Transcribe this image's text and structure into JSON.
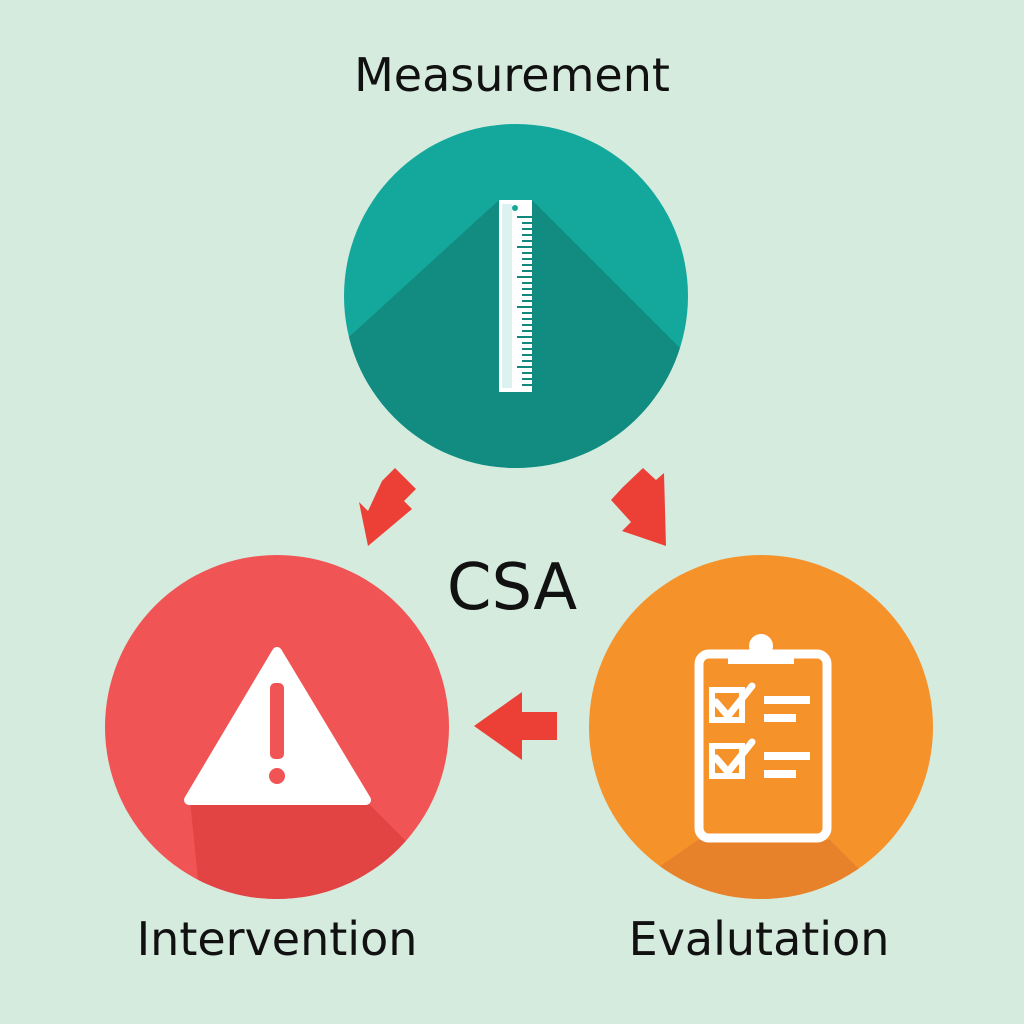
{
  "nodes": {
    "measurement": {
      "label": "Measurement",
      "color": "#14a89c",
      "icon": "ruler-icon"
    },
    "intervention": {
      "label": "Intervention",
      "color": "#f05454",
      "icon": "warning-triangle-icon"
    },
    "evaluation": {
      "label": "Evalutation",
      "color": "#f5922a",
      "icon": "clipboard-checklist-icon"
    }
  },
  "center_label": "CSA",
  "arrow_color": "#ec4037",
  "background": "#d5ebde"
}
